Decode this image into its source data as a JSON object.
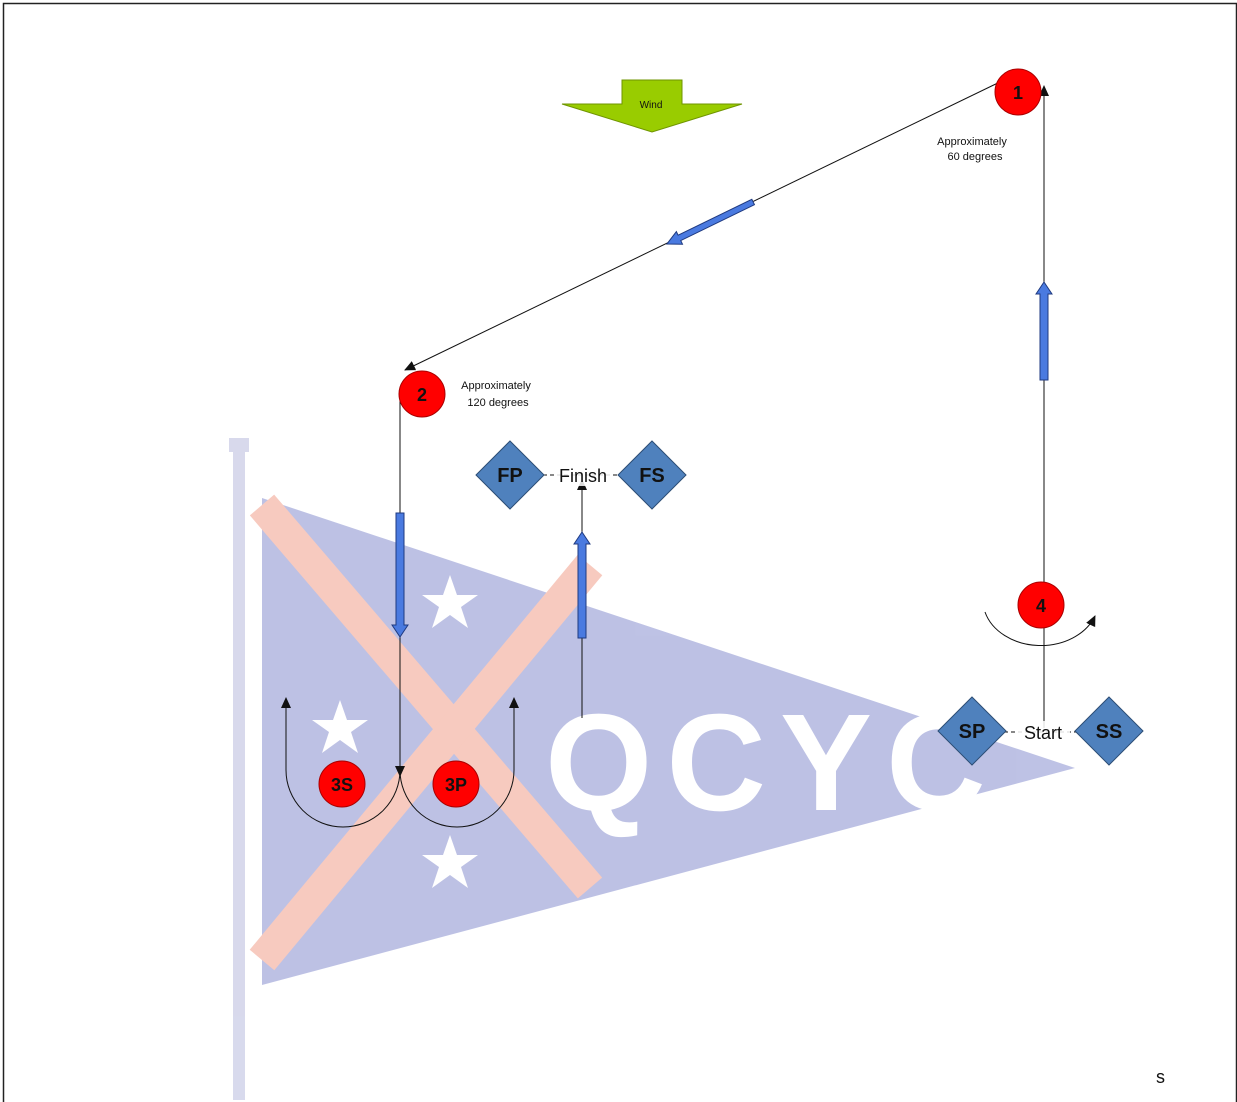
{
  "watermark": {
    "text": "QCYC",
    "flag_colors": {
      "pennant": "#3a47b0",
      "cross": "#e05a3a",
      "stars": "#ffffff",
      "pole": "#8a8fc8"
    }
  },
  "wind": {
    "label": "Wind",
    "color": "#99cc00"
  },
  "marks": {
    "m1": {
      "label": "1"
    },
    "m2": {
      "label": "2"
    },
    "m4": {
      "label": "4"
    },
    "m3s": {
      "label": "3S"
    },
    "m3p": {
      "label": "3P"
    },
    "color": "#ff0000"
  },
  "angles": {
    "a1_line1": "Approximately",
    "a1_line2": "60 degrees",
    "a2_line1": "Approximately",
    "a2_line2": "120 degrees"
  },
  "finish": {
    "left": "FP",
    "line": "Finish",
    "right": "FS"
  },
  "start": {
    "left": "SP",
    "line": "Start",
    "right": "SS"
  },
  "corner_text": "s",
  "colors": {
    "diamond": "#4f81bd",
    "arrow": "#4a7ae0"
  }
}
